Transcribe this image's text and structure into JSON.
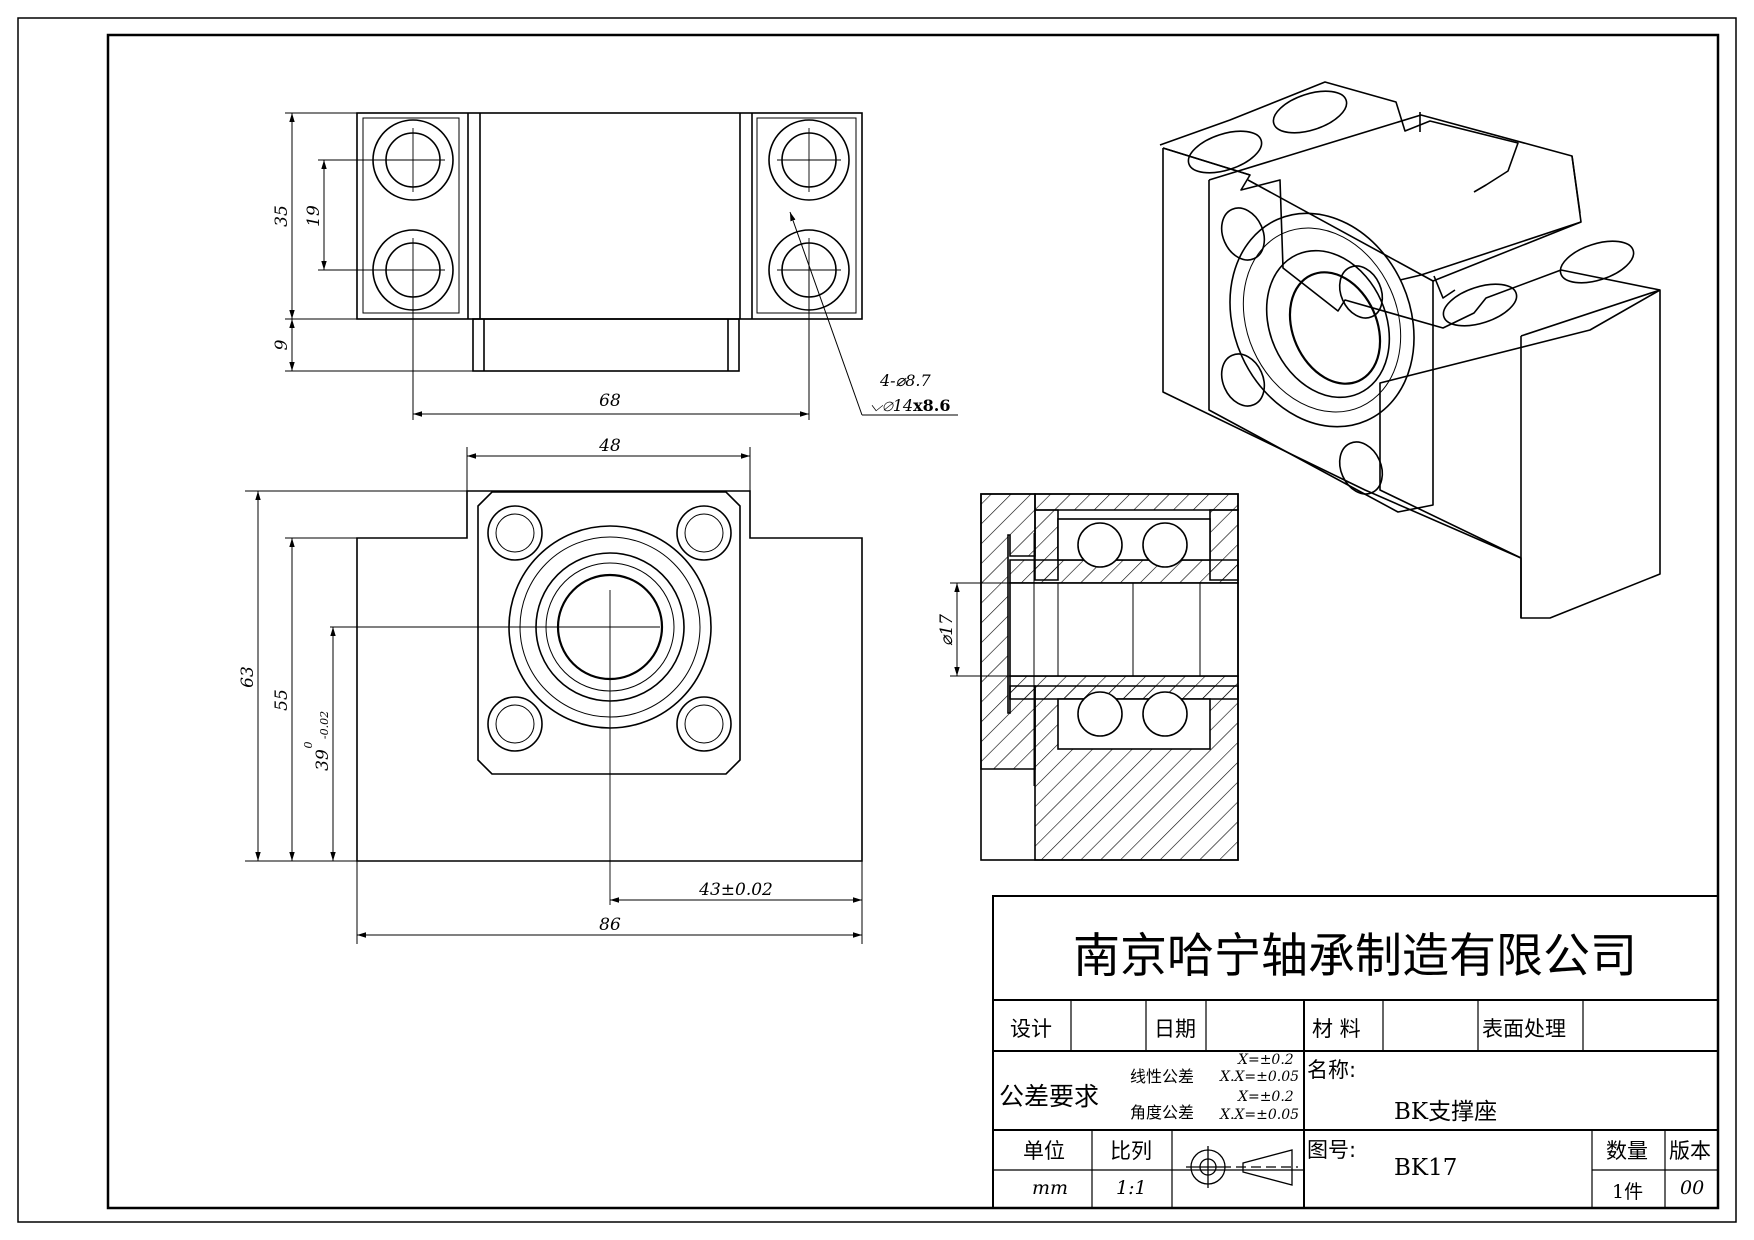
{
  "dimensions": {
    "top_view": {
      "d35": "35",
      "d19": "19",
      "d9": "9",
      "d68": "68",
      "hole_note_1": "4-⌀8.7",
      "hole_note_2_prefix": "⌵⌀14",
      "hole_note_2_bold": "x8.6"
    },
    "front_view": {
      "d48": "48",
      "d63": "63",
      "d55": "55",
      "d39": "39",
      "d39_tol_upper": "0",
      "d39_tol_lower": "-0.02",
      "d43": "43±0.02",
      "d86": "86"
    },
    "section_view": {
      "d17": "⌀17"
    }
  },
  "title_block": {
    "company": "南京哈宁轴承制造有限公司",
    "design_label": "设计",
    "date_label": "日期",
    "material_label": "材 料",
    "surface_label": "表面处理",
    "tolerance_label": "公差要求",
    "linear_tol_label": "线性公差",
    "angular_tol_label": "角度公差",
    "linear_tol_1": "X=±0.2",
    "linear_tol_2": "X.X=±0.05",
    "angular_tol_1": "X=±0.2",
    "angular_tol_2": "X.X=±0.05",
    "name_label": "名称:",
    "name_value": "BK支撑座",
    "unit_label": "单位",
    "scale_label": "比列",
    "drawing_no_label": "图号:",
    "drawing_no_value": "BK17",
    "quantity_label": "数量",
    "version_label": "版本",
    "unit_value": "mm",
    "scale_value": "1:1",
    "quantity_value": "1件",
    "version_value": "00"
  }
}
